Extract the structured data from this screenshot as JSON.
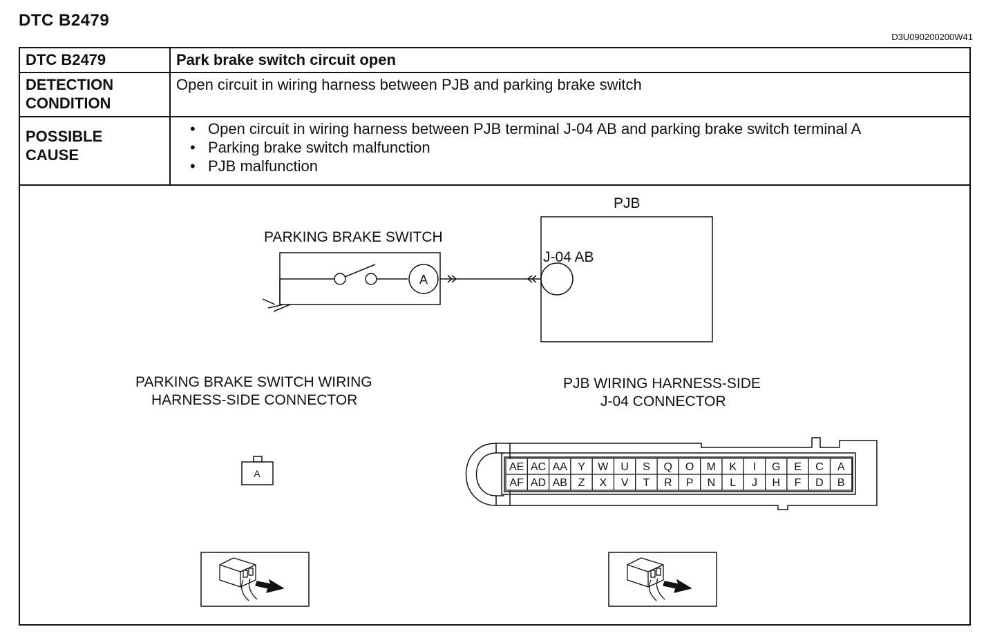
{
  "header": {
    "title": "DTC B2479",
    "doc_id": "D3U090200200W41"
  },
  "table": {
    "dtc_label": "DTC B2479",
    "dtc_value": "Park brake switch circuit open",
    "detection_label_1": "DETECTION",
    "detection_label_2": "CONDITION",
    "detection_value": "Open circuit in wiring harness between PJB and parking brake switch",
    "cause_label_1": "POSSIBLE",
    "cause_label_2": "CAUSE",
    "causes": [
      "Open circuit in wiring harness between PJB terminal J-04 AB and parking brake switch terminal A",
      "Parking brake switch malfunction",
      "PJB malfunction"
    ]
  },
  "diagram": {
    "pjb_label": "PJB",
    "switch_label": "PARKING BRAKE SWITCH",
    "switch_terminal": "A",
    "pjb_terminal": "J-04 AB",
    "left_connector_title_1": "PARKING BRAKE SWITCH WIRING",
    "left_connector_title_2": "HARNESS-SIDE CONNECTOR",
    "left_connector_pin": "A",
    "right_connector_title_1": "PJB WIRING HARNESS-SIDE",
    "right_connector_title_2": "J-04 CONNECTOR",
    "pins_top": [
      "AE",
      "AC",
      "AA",
      "Y",
      "W",
      "U",
      "S",
      "Q",
      "O",
      "M",
      "K",
      "I",
      "G",
      "E",
      "C",
      "A"
    ],
    "pins_bottom": [
      "AF",
      "AD",
      "AB",
      "Z",
      "X",
      "V",
      "T",
      "R",
      "P",
      "N",
      "L",
      "J",
      "H",
      "F",
      "D",
      "B"
    ]
  }
}
